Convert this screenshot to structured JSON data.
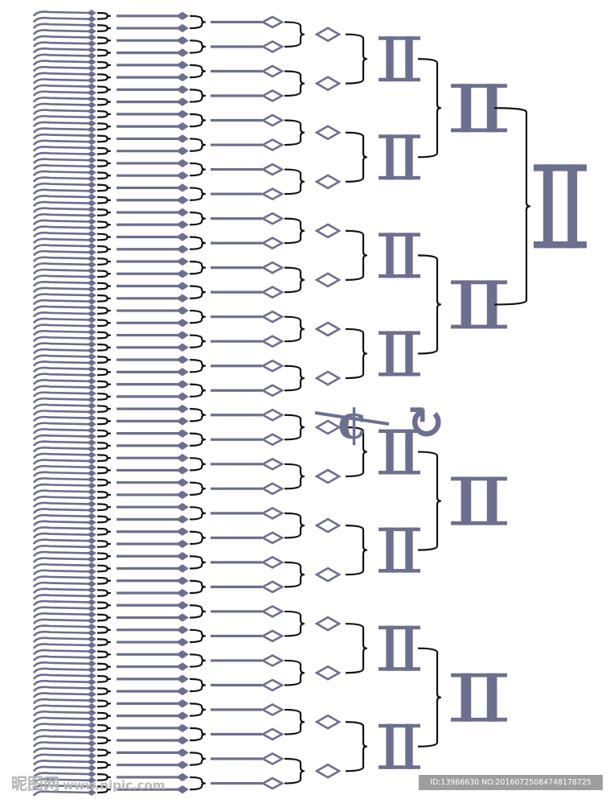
{
  "diagram": {
    "colors": {
      "ink": "#6c6f8e",
      "bracket": "#111111",
      "background": "#ffffff"
    },
    "icon_semantics": [
      "hook-icon",
      "small-diamond-arrow-icon",
      "bracket",
      "hollow-diamond-icon",
      "roman-two-pillar-icon",
      "cent-sign-icon",
      "refresh-arrow-icon"
    ],
    "center_symbols": [
      "¢",
      "↻"
    ]
  },
  "watermark": {
    "site_name": "昵图网",
    "site_url": "www.nipic.com",
    "id_text": "ID:13966630 NO:20160725084748178725"
  }
}
